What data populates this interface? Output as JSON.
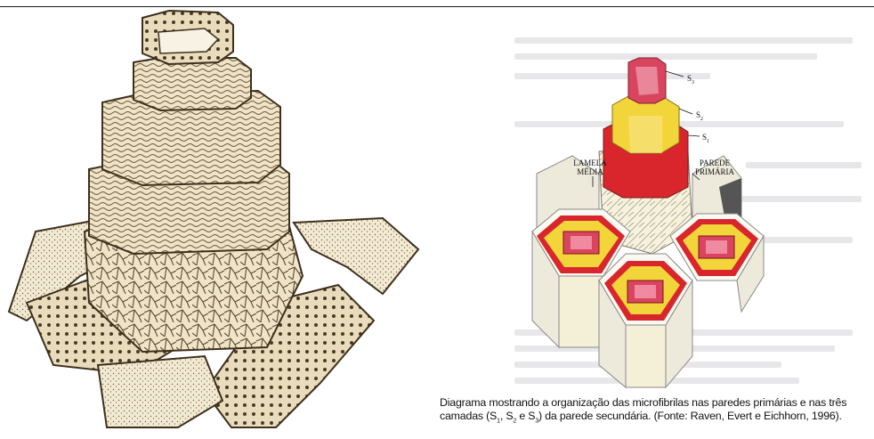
{
  "figure_right": {
    "labels": {
      "s3": "S",
      "s3_sub": "3",
      "s2": "S",
      "s2_sub": "2",
      "s1": "S",
      "s1_sub": "1",
      "lamela_line1": "LAMELA",
      "lamela_line2": "MÉDIA",
      "parede_line1": "PAREDE",
      "parede_line2": "PRIMÁRIA"
    },
    "colors": {
      "s3": "#d9455f",
      "s2": "#f2d53b",
      "s1": "#d8262c",
      "primary_wall": "#f4f0d8"
    }
  },
  "caption": {
    "line1": "Diagrama mostrando a organização das microfibrilas nas paredes primárias e nas três",
    "line2_a": "camadas (S",
    "sub1": "1",
    "sep1": ", S",
    "sub2": "2",
    "sep2": " e S",
    "sub3": "3",
    "line2_b": ") da parede secundária. (Fonte: Raven, Evert e Eichhorn, 1996)."
  }
}
